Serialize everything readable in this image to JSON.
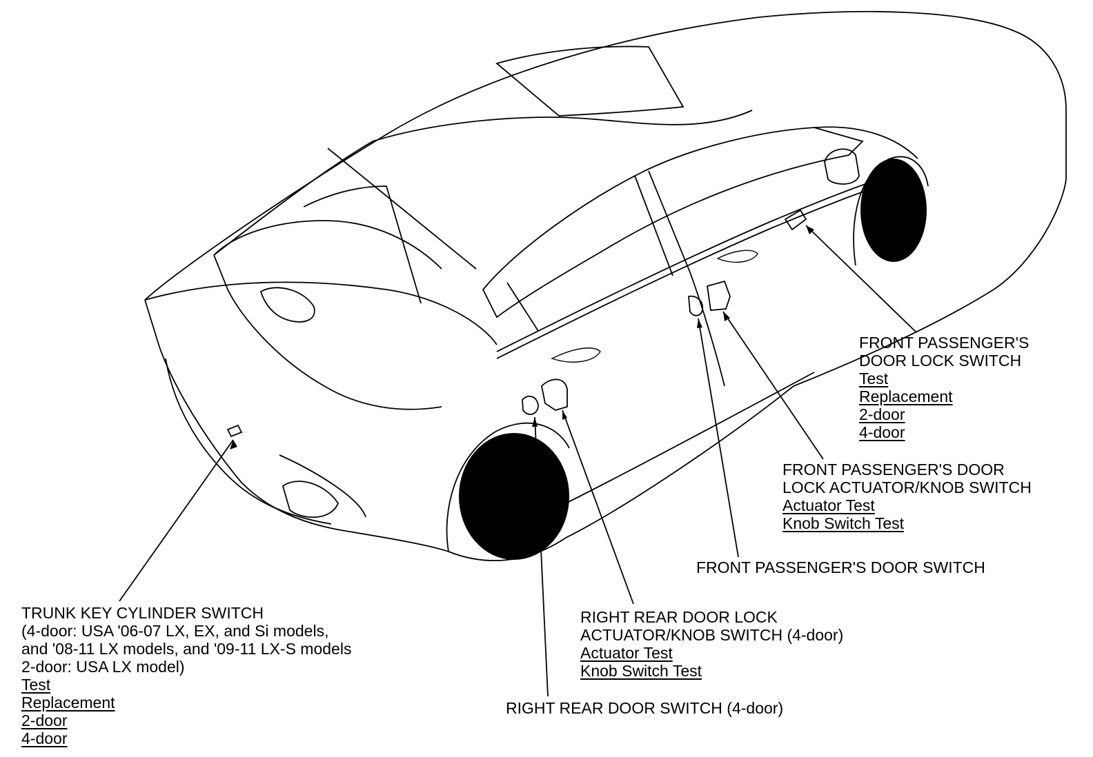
{
  "callouts": {
    "trunk_key": {
      "title": [
        "TRUNK KEY CYLINDER SWITCH",
        "(4-door: USA '06-07 LX, EX, and Si models,",
        "and '08-11 LX models, and '09-11 LX-S models",
        "2-door: USA LX model)"
      ],
      "links": [
        "Test",
        "Replacement",
        "2-door",
        "4-door"
      ]
    },
    "fp_lock_switch": {
      "title": [
        "FRONT PASSENGER'S",
        "DOOR LOCK SWITCH"
      ],
      "links": [
        "Test",
        "Replacement",
        "2-door",
        "4-door"
      ]
    },
    "fp_actuator": {
      "title": [
        "FRONT PASSENGER'S DOOR",
        "LOCK ACTUATOR/KNOB SWITCH"
      ],
      "links": [
        "Actuator Test",
        "Knob Switch Test"
      ]
    },
    "fp_door_switch": {
      "title": [
        "FRONT PASSENGER'S DOOR SWITCH"
      ]
    },
    "rr_actuator": {
      "title": [
        "RIGHT REAR DOOR LOCK",
        "ACTUATOR/KNOB SWITCH (4-door)"
      ],
      "links": [
        "Actuator Test",
        "Knob Switch Test"
      ]
    },
    "rr_door_switch": {
      "title": [
        "RIGHT REAR DOOR SWITCH (4-door)"
      ]
    }
  }
}
